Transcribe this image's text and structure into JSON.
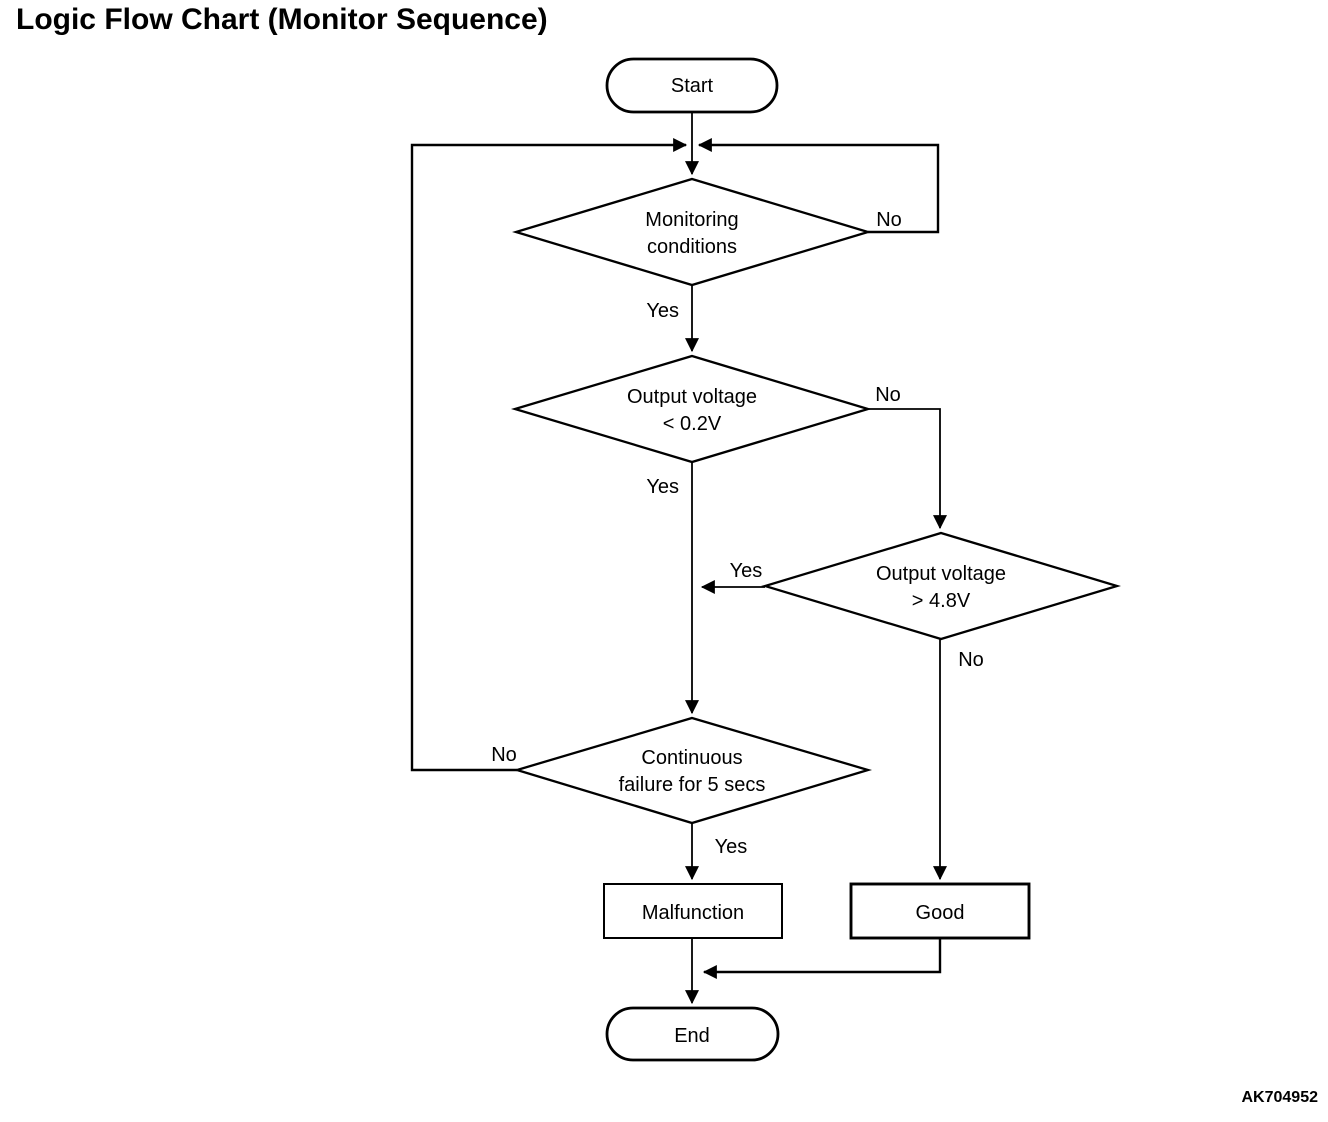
{
  "title": "Logic Flow Chart (Monitor Sequence)",
  "figure_code": "AK704952",
  "colors": {
    "stroke": "#000000",
    "background": "#ffffff",
    "text": "#000000"
  },
  "nodes": {
    "start": {
      "shape": "terminator",
      "label": "Start"
    },
    "monitoring_conditions": {
      "shape": "decision",
      "line1": "Monitoring",
      "line2": "conditions"
    },
    "output_voltage_low": {
      "shape": "decision",
      "line1": "Output voltage",
      "line2": "< 0.2V"
    },
    "output_voltage_high": {
      "shape": "decision",
      "line1": "Output voltage",
      "line2": "> 4.8V"
    },
    "continuous_failure": {
      "shape": "decision",
      "line1": "Continuous",
      "line2": "failure for 5 secs"
    },
    "malfunction": {
      "shape": "process",
      "label": "Malfunction"
    },
    "good": {
      "shape": "process",
      "label": "Good"
    },
    "end": {
      "shape": "terminator",
      "label": "End"
    }
  },
  "edge_labels": {
    "monitoring_yes": "Yes",
    "monitoring_no": "No",
    "voltage_low_yes": "Yes",
    "voltage_low_no": "No",
    "voltage_high_yes": "Yes",
    "voltage_high_no": "No",
    "continuous_failure_yes": "Yes",
    "continuous_failure_no": "No"
  }
}
